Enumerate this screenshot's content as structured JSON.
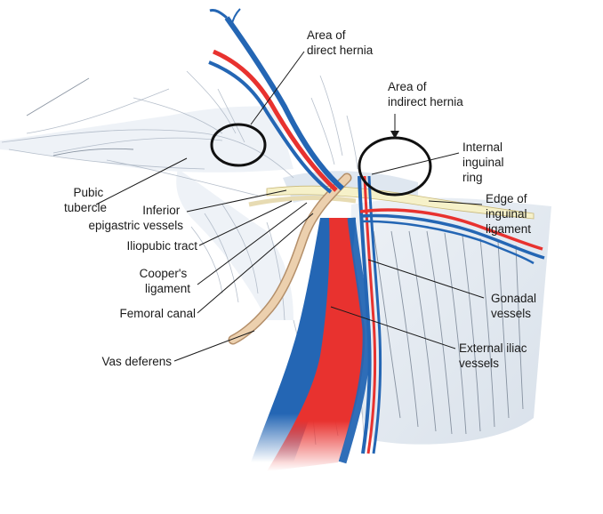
{
  "labels": {
    "area_direct_hernia": [
      "Area of",
      "direct hernia"
    ],
    "area_indirect_hernia": [
      "Area of",
      "indirect hernia"
    ],
    "internal_inguinal_ring": [
      "Internal",
      "inguinal",
      "ring"
    ],
    "edge_inguinal_ligament": [
      "Edge of",
      "inguinal",
      "ligament"
    ],
    "pubic_tubercle": [
      "Pubic",
      "tubercle"
    ],
    "inferior_epigastric_vessels": [
      "Inferior",
      "epigastric vessels"
    ],
    "iliopubic_tract": [
      "Iliopubic tract"
    ],
    "coopers_ligament": [
      "Cooper's",
      "ligament"
    ],
    "femoral_canal": [
      "Femoral canal"
    ],
    "vas_deferens": [
      "Vas deferens"
    ],
    "gonadal_vessels": [
      "Gonadal",
      "vessels"
    ],
    "external_iliac_vessels": [
      "External iliac",
      "vessels"
    ]
  },
  "colors": {
    "artery": "#e8322f",
    "vein": "#2466b4",
    "vas": "#e9c9a6",
    "fascia": "#c9d5e3",
    "ink": "#1a1a1a"
  }
}
